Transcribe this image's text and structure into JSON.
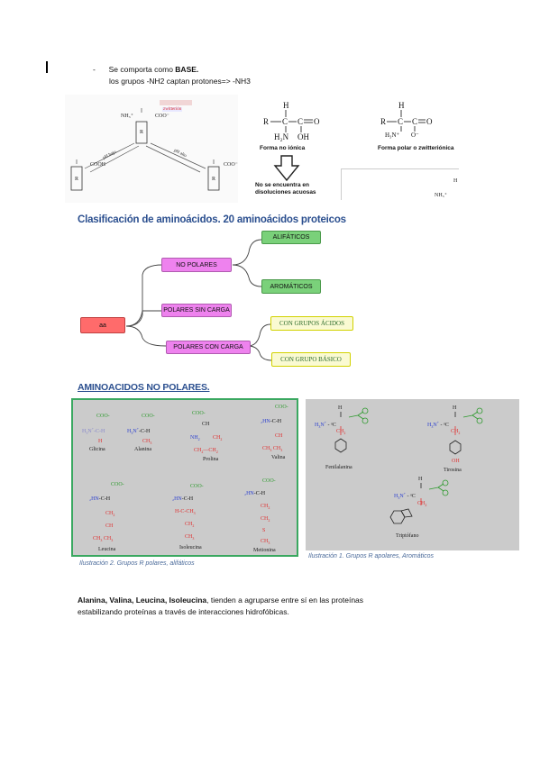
{
  "intro": {
    "bullet": "-",
    "line1_prefix": "Se comporta como ",
    "line1_bold": "BASE.",
    "line2": "los grupos -NH2 captan protones=> -NH3"
  },
  "fig_top": {
    "left_labels": [
      "COO⁻",
      "NH₃⁺",
      "COOH",
      "COO⁻",
      "R",
      "R",
      "R",
      "pH bajo",
      "pH alto",
      "zwitterión"
    ],
    "mid_labels": {
      "H": "H",
      "C": "C",
      "O": "O",
      "R": "R",
      "H2N": "H₂N",
      "OH": "OH",
      "caption": "Forma no iónica"
    },
    "right_labels": {
      "H": "H",
      "R": "R",
      "C": "C",
      "O": "O",
      "H3N": "H₃N⁺",
      "Ominus": "O⁻",
      "caption": "Forma polar o zwitteriónica"
    },
    "arrow_caption_l1": "No se encuentra en",
    "arrow_caption_l2": "disoluciones acuosas",
    "fragment": "NH₃⁺",
    "fragment_h": "H"
  },
  "classification": {
    "title": "Clasificación de aminoácidos. 20 aminoácidos proteicos",
    "root": "aa",
    "no_polares": "NO POLARES",
    "alifaticos": "ALIFÁTICOS",
    "aromaticos": "AROMÁTICOS",
    "polares_sin_carga": "POLARES SIN CARGA",
    "polares_con_carga": "POLARES CON CARGA",
    "acidos": "CON GRUPOS ÁCIDOS",
    "basico": "CON GRUPO BÁSICO"
  },
  "nonpolar": {
    "title": "AMINOACIDOS NO POLARES.",
    "aliphatic": [
      {
        "name": "Glicina"
      },
      {
        "name": "Alanina"
      },
      {
        "name": "Prolina"
      },
      {
        "name": "Valina"
      },
      {
        "name": "Leucina"
      },
      {
        "name": "Isoleucina"
      },
      {
        "name": "Metionina"
      }
    ],
    "aromatic": [
      {
        "name": "Fenilalanina"
      },
      {
        "name": "Tirosina"
      },
      {
        "name": "Triptófano"
      }
    ],
    "caption_left": "Ilustración 2. Grupos R polares, alifáticos",
    "caption_right": "Ilustración 1. Grupos R apolares, Aromáticos"
  },
  "paragraph": {
    "bold": "Alanina, Valina, Leucina, Isoleucina",
    "rest": ", tienden a agruparse entre sí en las proteínas",
    "line2": "estabilizando proteínas a través de interacciones hidrofóbicas."
  },
  "colors": {
    "pink": "#ee82ee",
    "green": "#7ad17a",
    "yellow": "#fafad2",
    "red": "#ff6b6b",
    "heading": "#2b4f8f",
    "panel_border": "#3aa860"
  }
}
